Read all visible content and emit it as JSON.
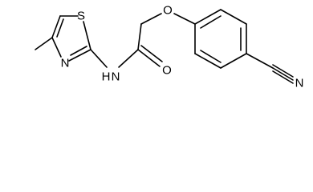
{
  "atoms": {
    "sulfur": "S",
    "thiazole_nitrogen": "N",
    "amide_nitrogen": "N",
    "amide_hydrogen": "H",
    "carbonyl_oxygen": "O",
    "ether_oxygen": "O",
    "nitrile_nitrogen": "N"
  }
}
